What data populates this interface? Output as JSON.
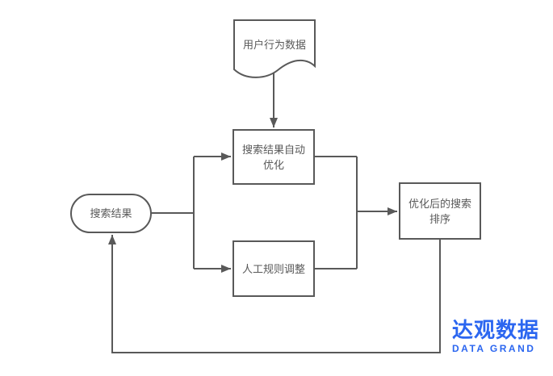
{
  "diagram": {
    "background_color": "#ffffff",
    "stroke_color": "#595959",
    "text_color": "#595959"
  },
  "nodes": {
    "user_behavior_data": {
      "type": "document",
      "label": "用户行为数据",
      "lines": [
        "用户行为数据"
      ]
    },
    "auto_optimize": {
      "type": "process",
      "label": "搜索结果自动优化",
      "lines": [
        "搜索结果自动",
        "优化"
      ]
    },
    "search_results": {
      "type": "terminator",
      "label": "搜索结果",
      "lines": [
        "搜索结果"
      ]
    },
    "manual_rules": {
      "type": "process",
      "label": "人工规则调整",
      "lines": [
        "人工规则调整"
      ]
    },
    "optimized_ranking": {
      "type": "process",
      "label": "优化后的搜索排序",
      "lines": [
        "优化后的搜索",
        "排序"
      ]
    }
  },
  "edges": [
    {
      "from": "user_behavior_data",
      "to": "auto_optimize",
      "arrow": true
    },
    {
      "from": "search_results",
      "to": "auto_optimize",
      "arrow": true
    },
    {
      "from": "search_results",
      "to": "manual_rules",
      "arrow": true
    },
    {
      "from": "auto_optimize",
      "to": "optimized_ranking",
      "arrow": true
    },
    {
      "from": "manual_rules",
      "to": "optimized_ranking",
      "arrow": true
    },
    {
      "from": "optimized_ranking",
      "to": "search_results",
      "arrow": true
    }
  ],
  "logo": {
    "cn": "达观数据",
    "en": "DATA GRAND",
    "color": "#2B66F0"
  }
}
